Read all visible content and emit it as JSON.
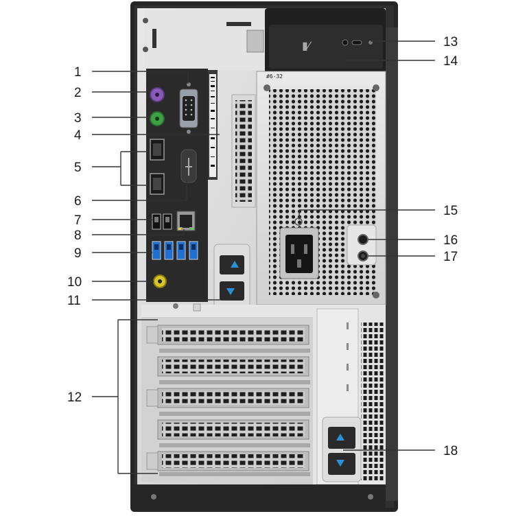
{
  "figure": {
    "psu_screw_label": "#6-32",
    "callouts": [
      {
        "id": "1",
        "label": "1"
      },
      {
        "id": "2",
        "label": "2"
      },
      {
        "id": "3",
        "label": "3"
      },
      {
        "id": "4",
        "label": "4"
      },
      {
        "id": "5",
        "label": "5"
      },
      {
        "id": "6",
        "label": "6"
      },
      {
        "id": "7",
        "label": "7"
      },
      {
        "id": "8",
        "label": "8"
      },
      {
        "id": "9",
        "label": "9"
      },
      {
        "id": "10",
        "label": "10"
      },
      {
        "id": "11",
        "label": "11"
      },
      {
        "id": "12",
        "label": "12"
      },
      {
        "id": "13",
        "label": "13"
      },
      {
        "id": "14",
        "label": "14"
      },
      {
        "id": "15",
        "label": "15"
      },
      {
        "id": "16",
        "label": "16"
      },
      {
        "id": "17",
        "label": "17"
      },
      {
        "id": "18",
        "label": "18"
      }
    ]
  },
  "colors": {
    "chassis": "#2a2a2a",
    "panel_light": "#d9d9d9",
    "io_panel": "#2b2b2b",
    "usb3_blue": "#1e6fd0",
    "ps2_purple": "#8a5ab8",
    "ps2_green": "#3fa046",
    "audio_yellow": "#c9b400",
    "latch_blue": "#2c8fd6"
  },
  "icons": [
    "padlock-icon",
    "kensington-lock-icon",
    "power-plug-icon",
    "ethernet-icon",
    "usb-icon",
    "headphone-icon",
    "displayport-icon",
    "arrow-up-icon",
    "arrow-down-icon",
    "unlock-icon",
    "lock-icon"
  ]
}
